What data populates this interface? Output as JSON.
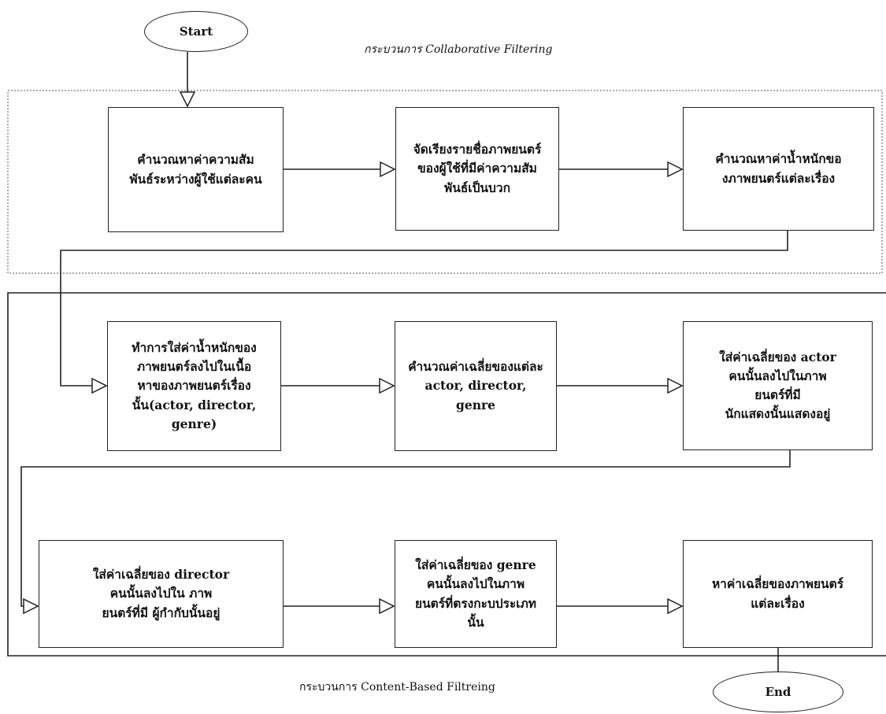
{
  "diagram": {
    "start": "Start",
    "end": "End",
    "section_collaborative": "กระบวนการ Collaborative Filtering",
    "section_content": "กระบวนการ Content-Based Filtreing",
    "nodes": {
      "cf_1": "คำนวณหาค่าความสัม\nพันธ์ระหว่างผู้ใช้แต่ละคน",
      "cf_2": "จัดเรียงรายชื่อภาพยนตร์\nของผู้ใช้ที่มีค่าความสัม\nพันธ์เป็นบวก",
      "cf_3": "คำนวณหาค่าน้ำหนักขอ\nงภาพยนตร์แต่ละเรื่อง",
      "cb_1": "ทำการใส่ค่าน้ำหนักของ\nภาพยนตร์ลงไปในเนื้อ\nหาของภาพยนตร์เรื่อง\nนั้น(actor, director,\ngenre)",
      "cb_2": "คำนวณค่าเฉลี่ยของแต่ละ\nactor, director, genre",
      "cb_3": "ใส่ค่าเฉลี่ยของ actor\nคนนั้นลงไปในภาพ\nยนตร์ที่มี\nนักแสดงนั้นแสดงอยู่",
      "cb_4": "ใส่ค่าเฉลี่ยของ director\nคนนั้นลงไปใน ภาพ\nยนตร์ที่มี ผู้กำกับนั้นอยู่",
      "cb_5": "ใส่ค่าเฉลี่ยของ genre\nคนนั้นลงไปในภาพ\nยนตร์ที่ตรงกะบประเภท\nนั้น",
      "cb_6": "หาค่าเฉลี่ยของภาพยนตร์\nแต่ละเรื่อง"
    }
  }
}
